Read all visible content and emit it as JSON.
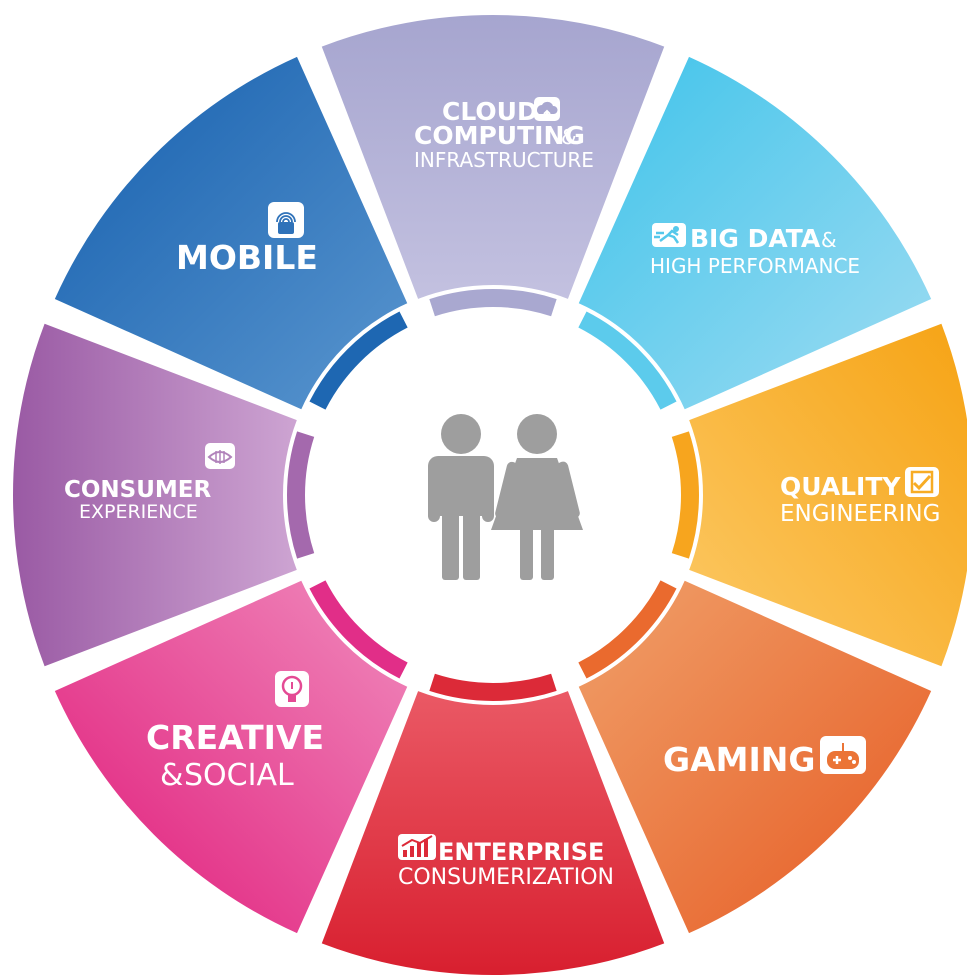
{
  "center": {
    "icon": "people-icon"
  },
  "segments": [
    {
      "key": "cloud",
      "color_start": "#a7a6cf",
      "color_end": "#c0bedf",
      "icon": "cloud-icon",
      "label_bold": "CLOUD",
      "label_bold2": "COMPUTING",
      "amp": "&",
      "label_thin": "INFRASTRUCTURE"
    },
    {
      "key": "bigdata",
      "color_start": "#46c6ea",
      "color_end": "#94dcf2",
      "icon": "runner-icon",
      "label_bold": "BIG DATA",
      "amp": "&",
      "label_thin": "HIGH PERFORMANCE"
    },
    {
      "key": "quality",
      "color_start": "#f7a81b",
      "color_end": "#fbc55a",
      "icon": "checkbox-icon",
      "label_bold": "QUALITY",
      "label_thin": "ENGINEERING"
    },
    {
      "key": "gaming",
      "color_start": "#e8652a",
      "color_end": "#f19a5a",
      "icon": "gamepad-icon",
      "label_bold": "GAMING"
    },
    {
      "key": "enterprise",
      "color_start": "#dc2636",
      "color_end": "#e9505c",
      "icon": "chart-icon",
      "label_bold": "ENTERPRISE",
      "label_thin": "CONSUMERIZATION"
    },
    {
      "key": "creative",
      "color_start": "#e3207f",
      "color_end": "#ee7bb4",
      "icon": "lightbulb-icon",
      "label_bold": "CREATIVE",
      "amp": "&",
      "label_thin": "SOCIAL"
    },
    {
      "key": "consumer",
      "color_start": "#9b5ba5",
      "color_end": "#c79ccc",
      "icon": "eye-icon",
      "label_bold": "CONSUMER",
      "label_thin": "EXPERIENCE"
    },
    {
      "key": "mobile",
      "color_start": "#1a63b0",
      "color_end": "#5592cc",
      "icon": "mobile-icon",
      "label_bold": "MOBILE"
    }
  ]
}
